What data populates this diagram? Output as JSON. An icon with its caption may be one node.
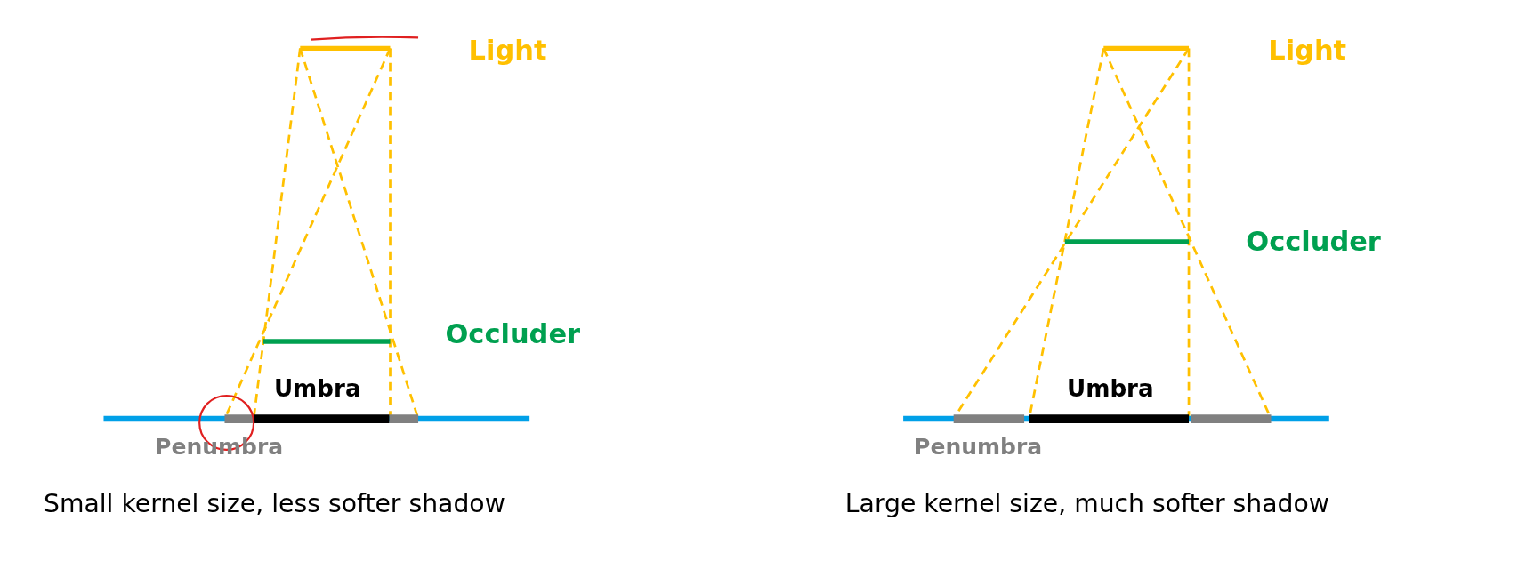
{
  "diagram": {
    "labels": [
      "Light",
      "Occluder",
      "Umbra",
      "Penumbra",
      "Small kernel size, less softer shadow",
      "Light",
      "Occluder",
      "Umbra",
      "Penumbra",
      "Large kernel size, much softer shadow"
    ]
  }
}
